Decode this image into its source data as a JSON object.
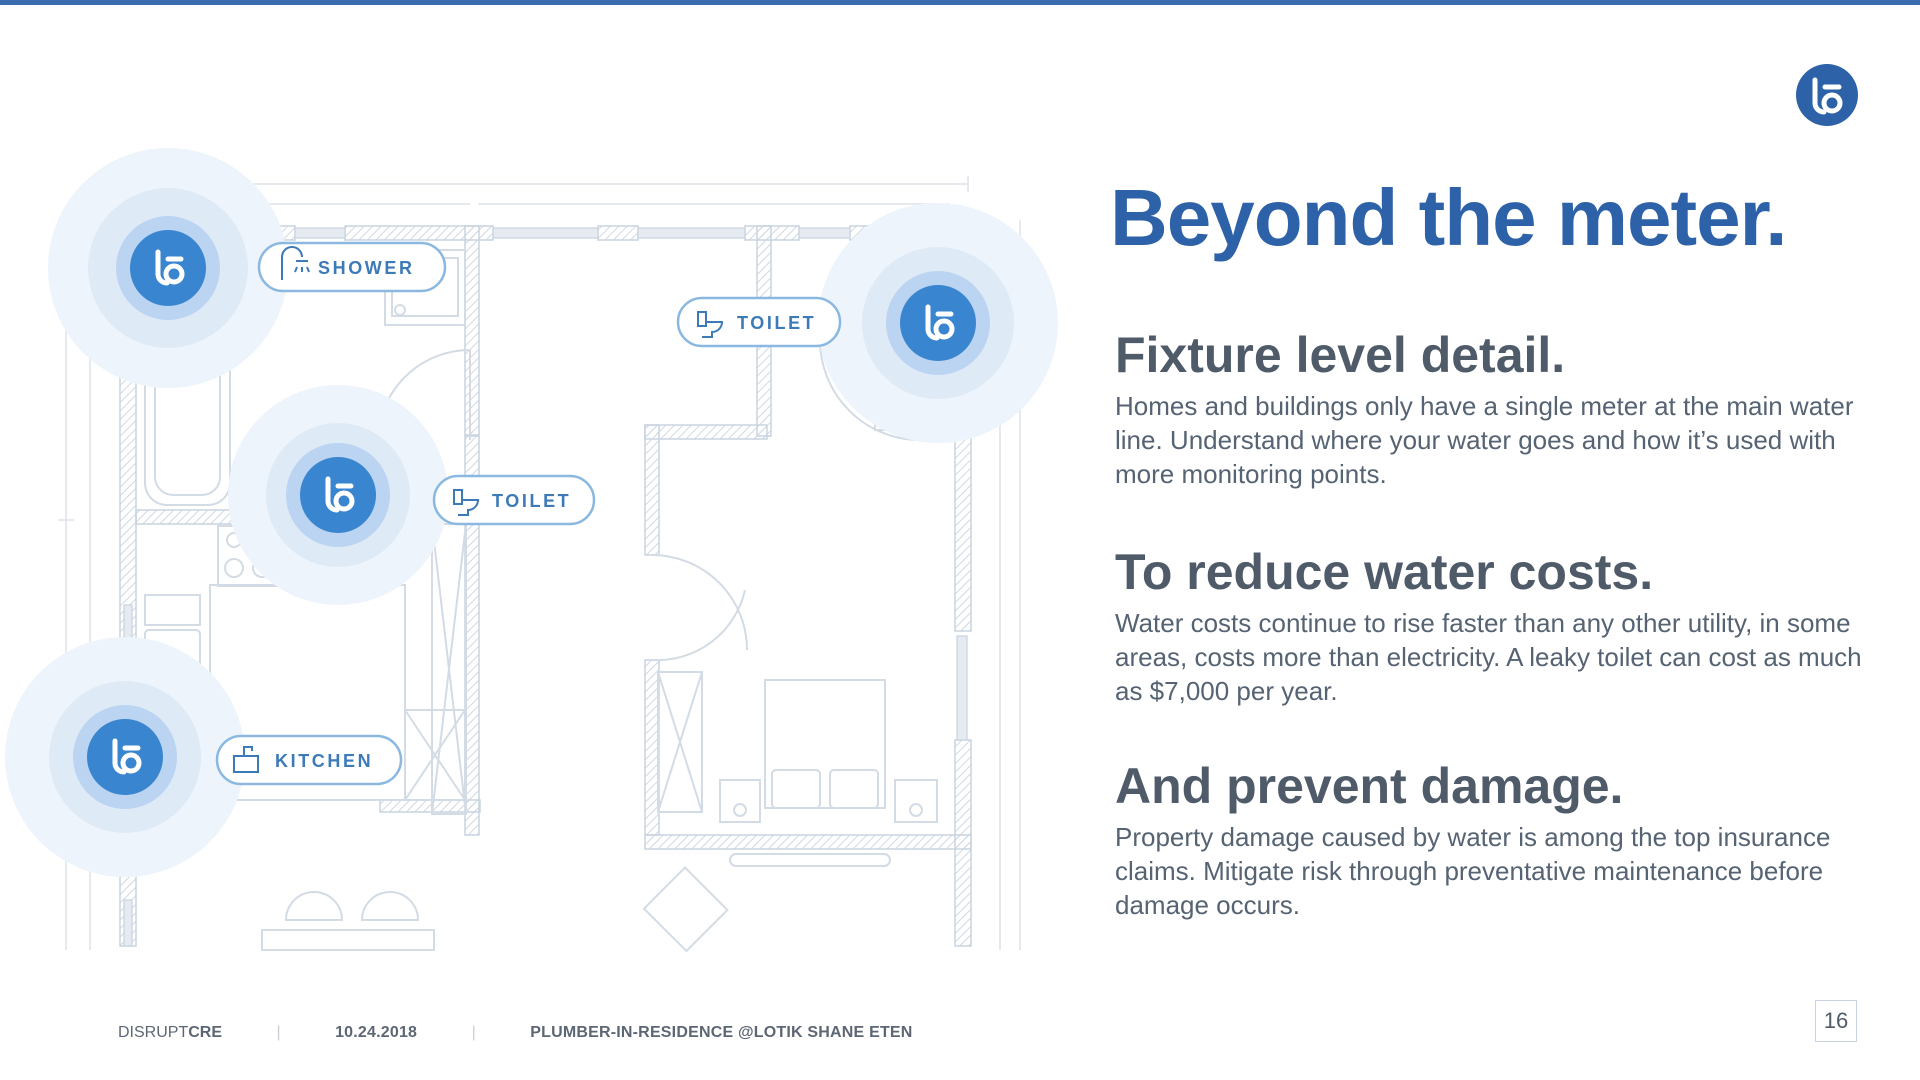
{
  "slide": {
    "title": "Beyond the meter.",
    "sections": [
      {
        "heading": "Fixture level detail.",
        "body": "Homes and buildings only have a single meter at the main water line. Understand where your water goes and how it’s used with more monitoring points."
      },
      {
        "heading": "To reduce water costs.",
        "body": "Water costs continue to rise faster than any other utility, in some areas, costs more than electricity. A leaky toilet can cost as much as $7,000 per year."
      },
      {
        "heading": "And prevent damage.",
        "body": "Property damage caused by water is among the top insurance claims. Mitigate risk through preventative maintenance before damage occurs."
      }
    ]
  },
  "floorplan": {
    "labels": [
      "SHOWER",
      "TOILET",
      "TOILET",
      "KITCHEN"
    ]
  },
  "footer": {
    "brand_prefix": "DISRUPT",
    "brand_suffix": "CRE",
    "separator": "|",
    "date": "10.24.2018",
    "credit": "PLUMBER-IN-RESIDENCE @LOTIK SHANE ETEN"
  },
  "page_number": "16",
  "colors": {
    "accent": "#2e62a8",
    "sensor_blue": "#3a85d0",
    "heading_gray": "#4f5b69",
    "body_gray": "#566373",
    "plan_lines": "#c9d3df",
    "top_rule": "#3a6db0"
  },
  "icons": {
    "logo": "lotik-logo-icon",
    "shower": "shower-icon",
    "toilet": "toilet-icon",
    "kitchen": "sink-icon"
  }
}
